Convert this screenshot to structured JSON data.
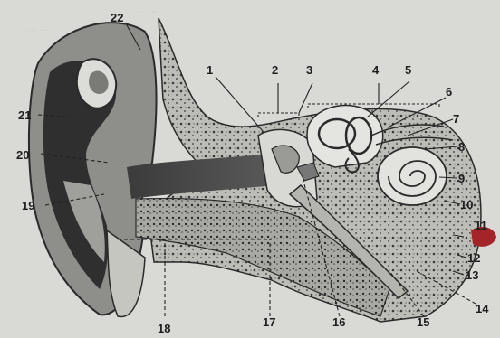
{
  "figure": {
    "bleed_text": [
      "... ...",
      "... ..."
    ],
    "labels": {
      "n1": "1",
      "n2": "2",
      "n3": "3",
      "n4": "4",
      "n5": "5",
      "n6": "6",
      "n7": "7",
      "n8": "8",
      "n9": "9",
      "n10": "10",
      "n11": "11",
      "n12": "12",
      "n13": "13",
      "n14": "14",
      "n15": "15",
      "n16": "16",
      "n17": "17",
      "n18": "18",
      "n19": "19",
      "n20": "20",
      "n21": "21",
      "n22": "22"
    }
  }
}
